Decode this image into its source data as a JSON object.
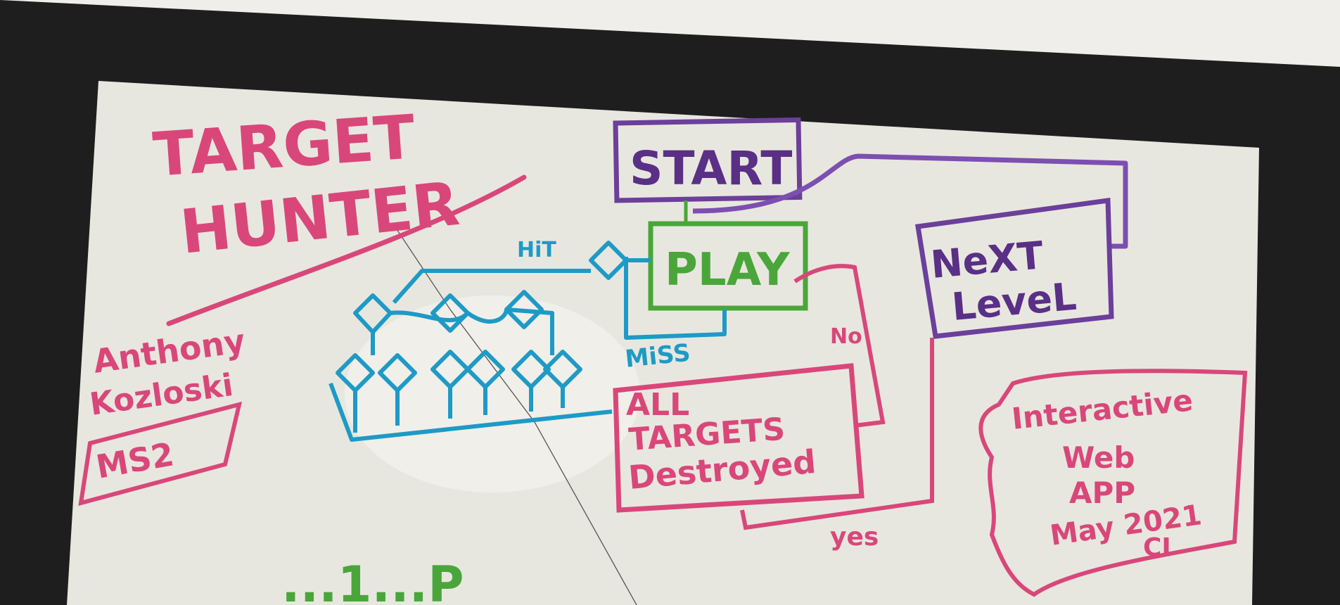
{
  "title": {
    "line1": "TARGET",
    "line2": "HUNTER"
  },
  "author": {
    "line1": "Anthony",
    "line2": "Kozloski",
    "tag": "MS2"
  },
  "flow": {
    "start": "START",
    "play": "PLAY",
    "next_level_1": "NeXT",
    "next_level_2": "LeveL",
    "all_targets_1": "ALL",
    "all_targets_2": "TARGETS",
    "all_targets_3": "Destroyed",
    "hit": "HiT",
    "miss": "MiSS",
    "no": "No",
    "yes": "yes"
  },
  "note": {
    "line1": "Interactive",
    "line2": "Web",
    "line3": "APP",
    "line4": "May 2021",
    "line5": "CI"
  },
  "bottom_scrawl": "...1...P",
  "colors": {
    "board": "#e9e8e1",
    "frame": "#1f1f1f",
    "pink": "#d9477a",
    "purple": "#6b3f9a",
    "green": "#4aa63a",
    "blue": "#1e9ac6"
  }
}
